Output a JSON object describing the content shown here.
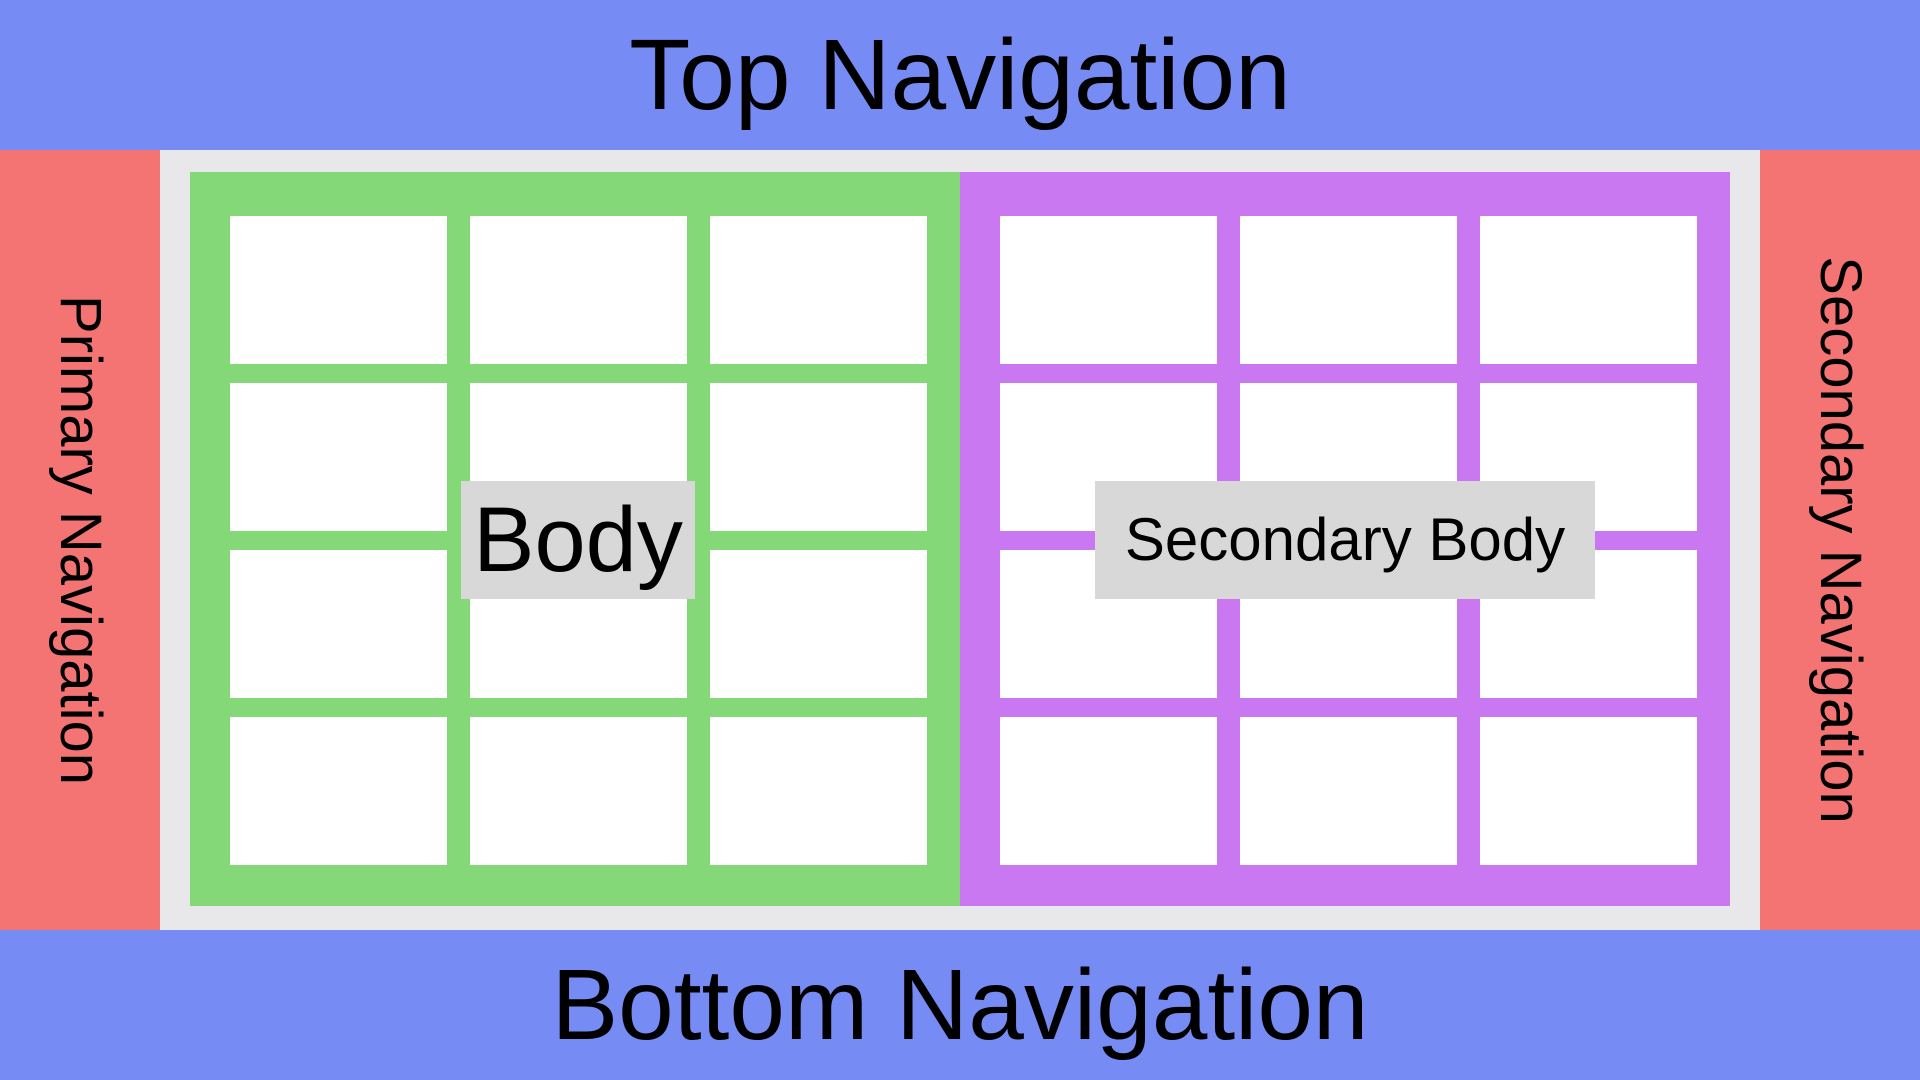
{
  "top_navigation": {
    "label": "Top Navigation"
  },
  "bottom_navigation": {
    "label": "Bottom Navigation"
  },
  "primary_navigation": {
    "label": "Primary Navigation"
  },
  "secondary_navigation": {
    "label": "Secondary Navigation"
  },
  "body": {
    "label": "Body",
    "cell_count": 12
  },
  "secondary_body": {
    "label": "Secondary Body",
    "cell_count": 12
  },
  "colors": {
    "navigation_horizontal": "#768bf4",
    "navigation_vertical": "#f47474",
    "body": "#84d877",
    "secondary_body": "#ca78f2",
    "content_background": "#e8e8ea",
    "label_background": "#d8d8d8",
    "cell": "#ffffff"
  }
}
